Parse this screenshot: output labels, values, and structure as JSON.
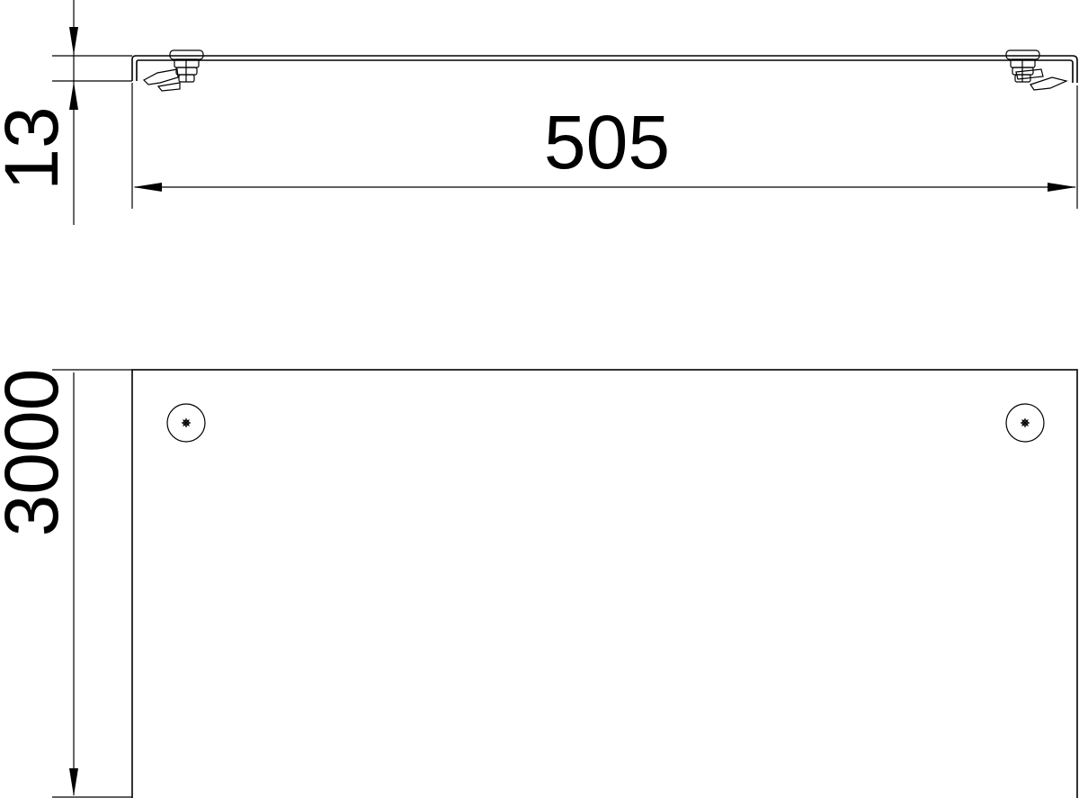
{
  "dimensions": {
    "width": "505",
    "thickness": "13",
    "length": "3000"
  }
}
